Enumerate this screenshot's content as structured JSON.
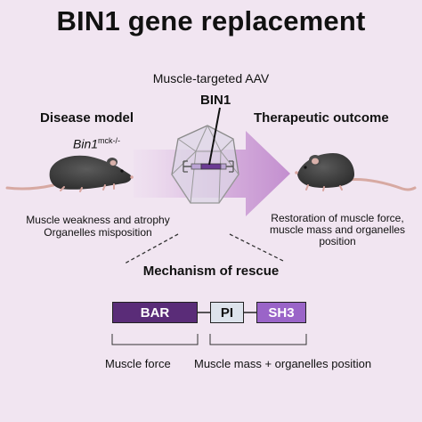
{
  "title": "BIN1 gene replacement",
  "vector_label": "Muscle-targeted AAV",
  "transgene_label": "BIN1",
  "disease": {
    "heading": "Disease model",
    "genotype_base": "Bin1",
    "genotype_sup": "mck-/-",
    "caption_lines": [
      "Muscle weakness and atrophy",
      "Organelles misposition"
    ]
  },
  "outcome": {
    "heading": "Therapeutic outcome",
    "caption_lines": [
      "Restoration of muscle force,",
      "muscle mass and organelles",
      "position"
    ]
  },
  "mechanism": {
    "heading": "Mechanism of rescue",
    "domains": [
      "BAR",
      "PI",
      "SH3"
    ],
    "domain_colors": [
      "#5a2c78",
      "#dde3ec",
      "#9a64c8"
    ],
    "effects": [
      "Muscle force",
      "Muscle mass + organelles position"
    ]
  },
  "colors": {
    "background": "#f1e5f1",
    "arrow": "#c89ad2",
    "mouse": "#3b3b3b",
    "tail": "#d7a9a2"
  }
}
